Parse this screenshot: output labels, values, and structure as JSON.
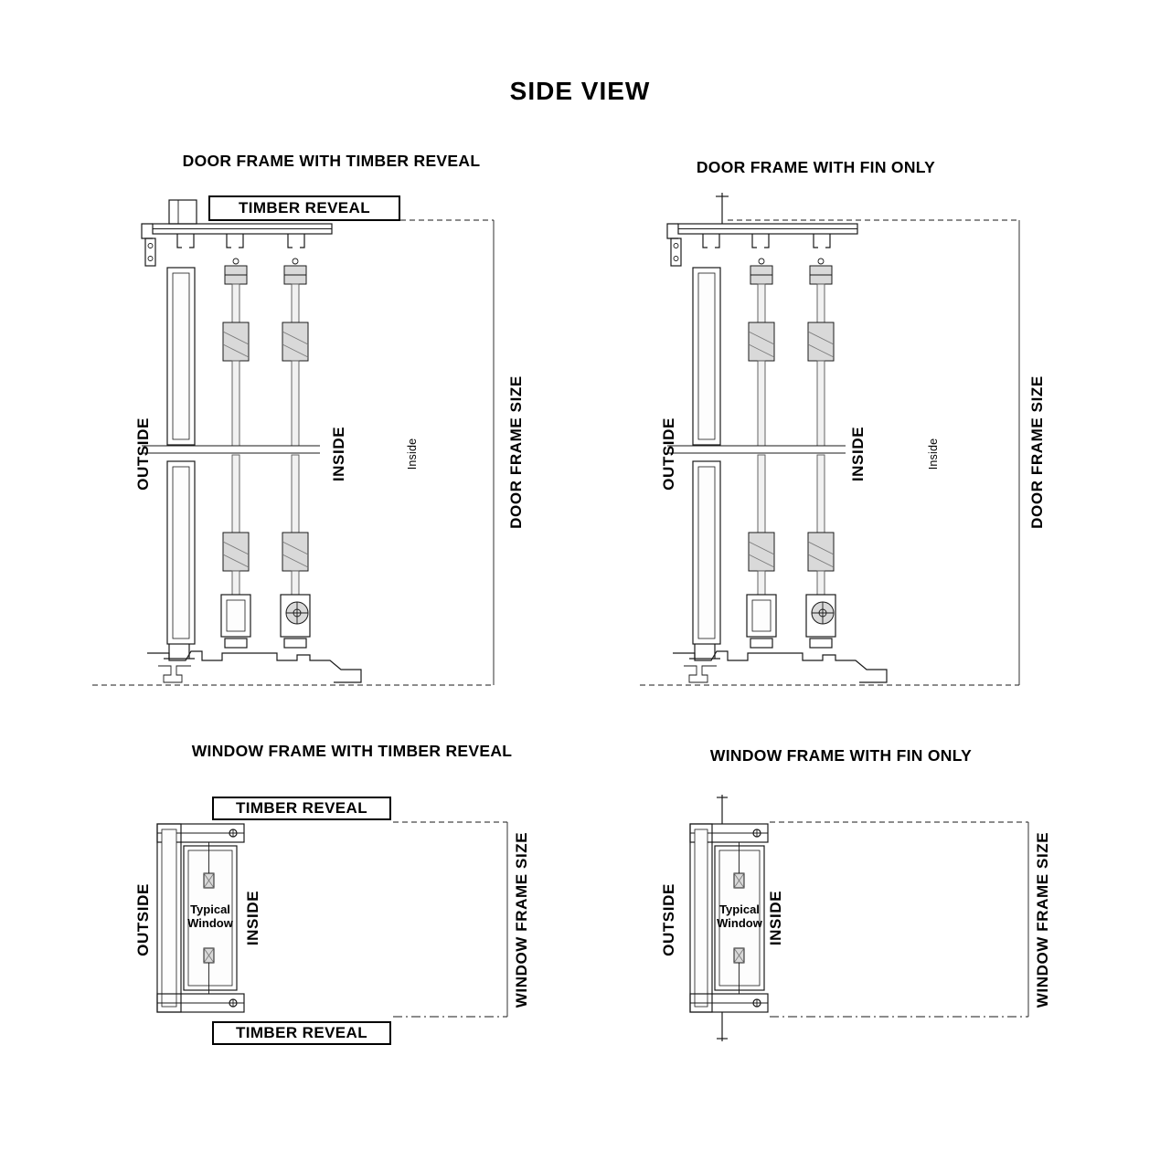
{
  "title": "SIDE VIEW",
  "colors": {
    "line": "#1a1a1a",
    "background": "#ffffff"
  },
  "panels": {
    "door_timber": {
      "heading": "DOOR FRAME WITH TIMBER REVEAL",
      "timber_reveal": "TIMBER REVEAL",
      "outside": "OUTSIDE",
      "inside": "INSIDE",
      "inside_note": "Inside",
      "frame_size": "DOOR FRAME SIZE"
    },
    "door_fin": {
      "heading": "DOOR FRAME WITH FIN ONLY",
      "outside": "OUTSIDE",
      "inside": "INSIDE",
      "inside_note": "Inside",
      "frame_size": "DOOR FRAME SIZE"
    },
    "window_timber": {
      "heading": "WINDOW FRAME WITH TIMBER REVEAL",
      "timber_reveal_top": "TIMBER REVEAL",
      "timber_reveal_bottom": "TIMBER REVEAL",
      "outside": "OUTSIDE",
      "inside": "INSIDE",
      "window_note": "Typical Window",
      "frame_size": "WINDOW FRAME SIZE"
    },
    "window_fin": {
      "heading": "WINDOW FRAME WITH FIN ONLY",
      "outside": "OUTSIDE",
      "inside": "INSIDE",
      "window_note": "Typical Window",
      "frame_size": "WINDOW FRAME SIZE"
    }
  }
}
